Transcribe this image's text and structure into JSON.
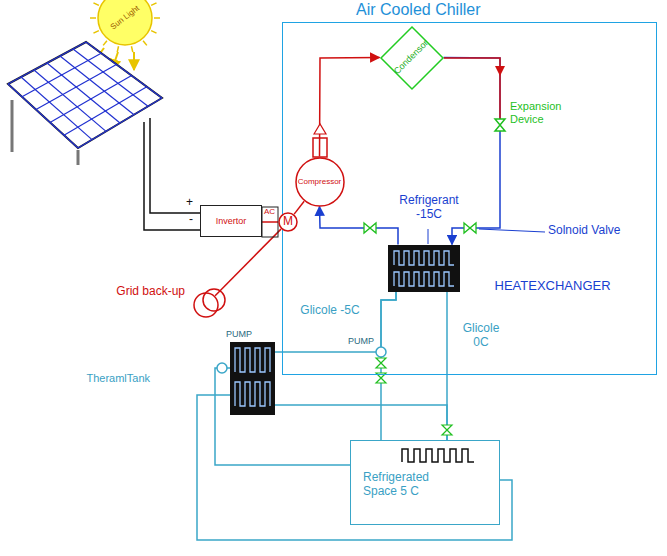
{
  "diagram": {
    "nodes": [
      {
        "text": [
          "Air Cooled Chiller"
        ]
      },
      {
        "text": [
          "Sun Light"
        ]
      },
      {
        "text": [
          "Invertor"
        ]
      },
      {
        "text": [
          "M"
        ]
      },
      {
        "text": [
          "Condensor"
        ],
        "in": 0
      },
      {
        "text": [
          "Compressor"
        ],
        "in": 0
      },
      {
        "text": [
          "HEATEXCHANGER"
        ],
        "in": 0
      },
      {
        "text": [
          "Refrigerated Space 5 C"
        ]
      },
      {
        "text": [
          "TheramlTank"
        ]
      },
      {
        "text": [
          "Grid back-up"
        ]
      }
    ],
    "edges": [
      {
        "from": 5,
        "to": 4,
        "arrow": "to"
      },
      {
        "from": 4,
        "to": 6,
        "arrow": "to"
      },
      {
        "from": 6,
        "to": 5,
        "arrow": "to"
      },
      {
        "from": 2,
        "to": 3,
        "arrow": "none"
      },
      {
        "from": 3,
        "to": 5,
        "arrow": "none"
      },
      {
        "from": 9,
        "to": 3,
        "arrow": "none"
      },
      {
        "from": 6,
        "to": 7,
        "arrow": "none"
      },
      {
        "from": 7,
        "to": 6,
        "arrow": "none"
      },
      {
        "from": 8,
        "to": 6,
        "arrow": "none"
      },
      {
        "from": 8,
        "to": 7,
        "arrow": "none"
      },
      {
        "from": 8,
        "to": 7,
        "arrow": "none"
      },
      {
        "from": 7,
        "to": 8,
        "arrow": "none"
      }
    ],
    "labels": [
      "Expansion Device",
      "Refrigerant -15C",
      "Solnoid Valve",
      "Glicole -5C",
      "PUMP",
      "Glicole 0C",
      "PUMP",
      "AC",
      "+",
      "-"
    ]
  }
}
